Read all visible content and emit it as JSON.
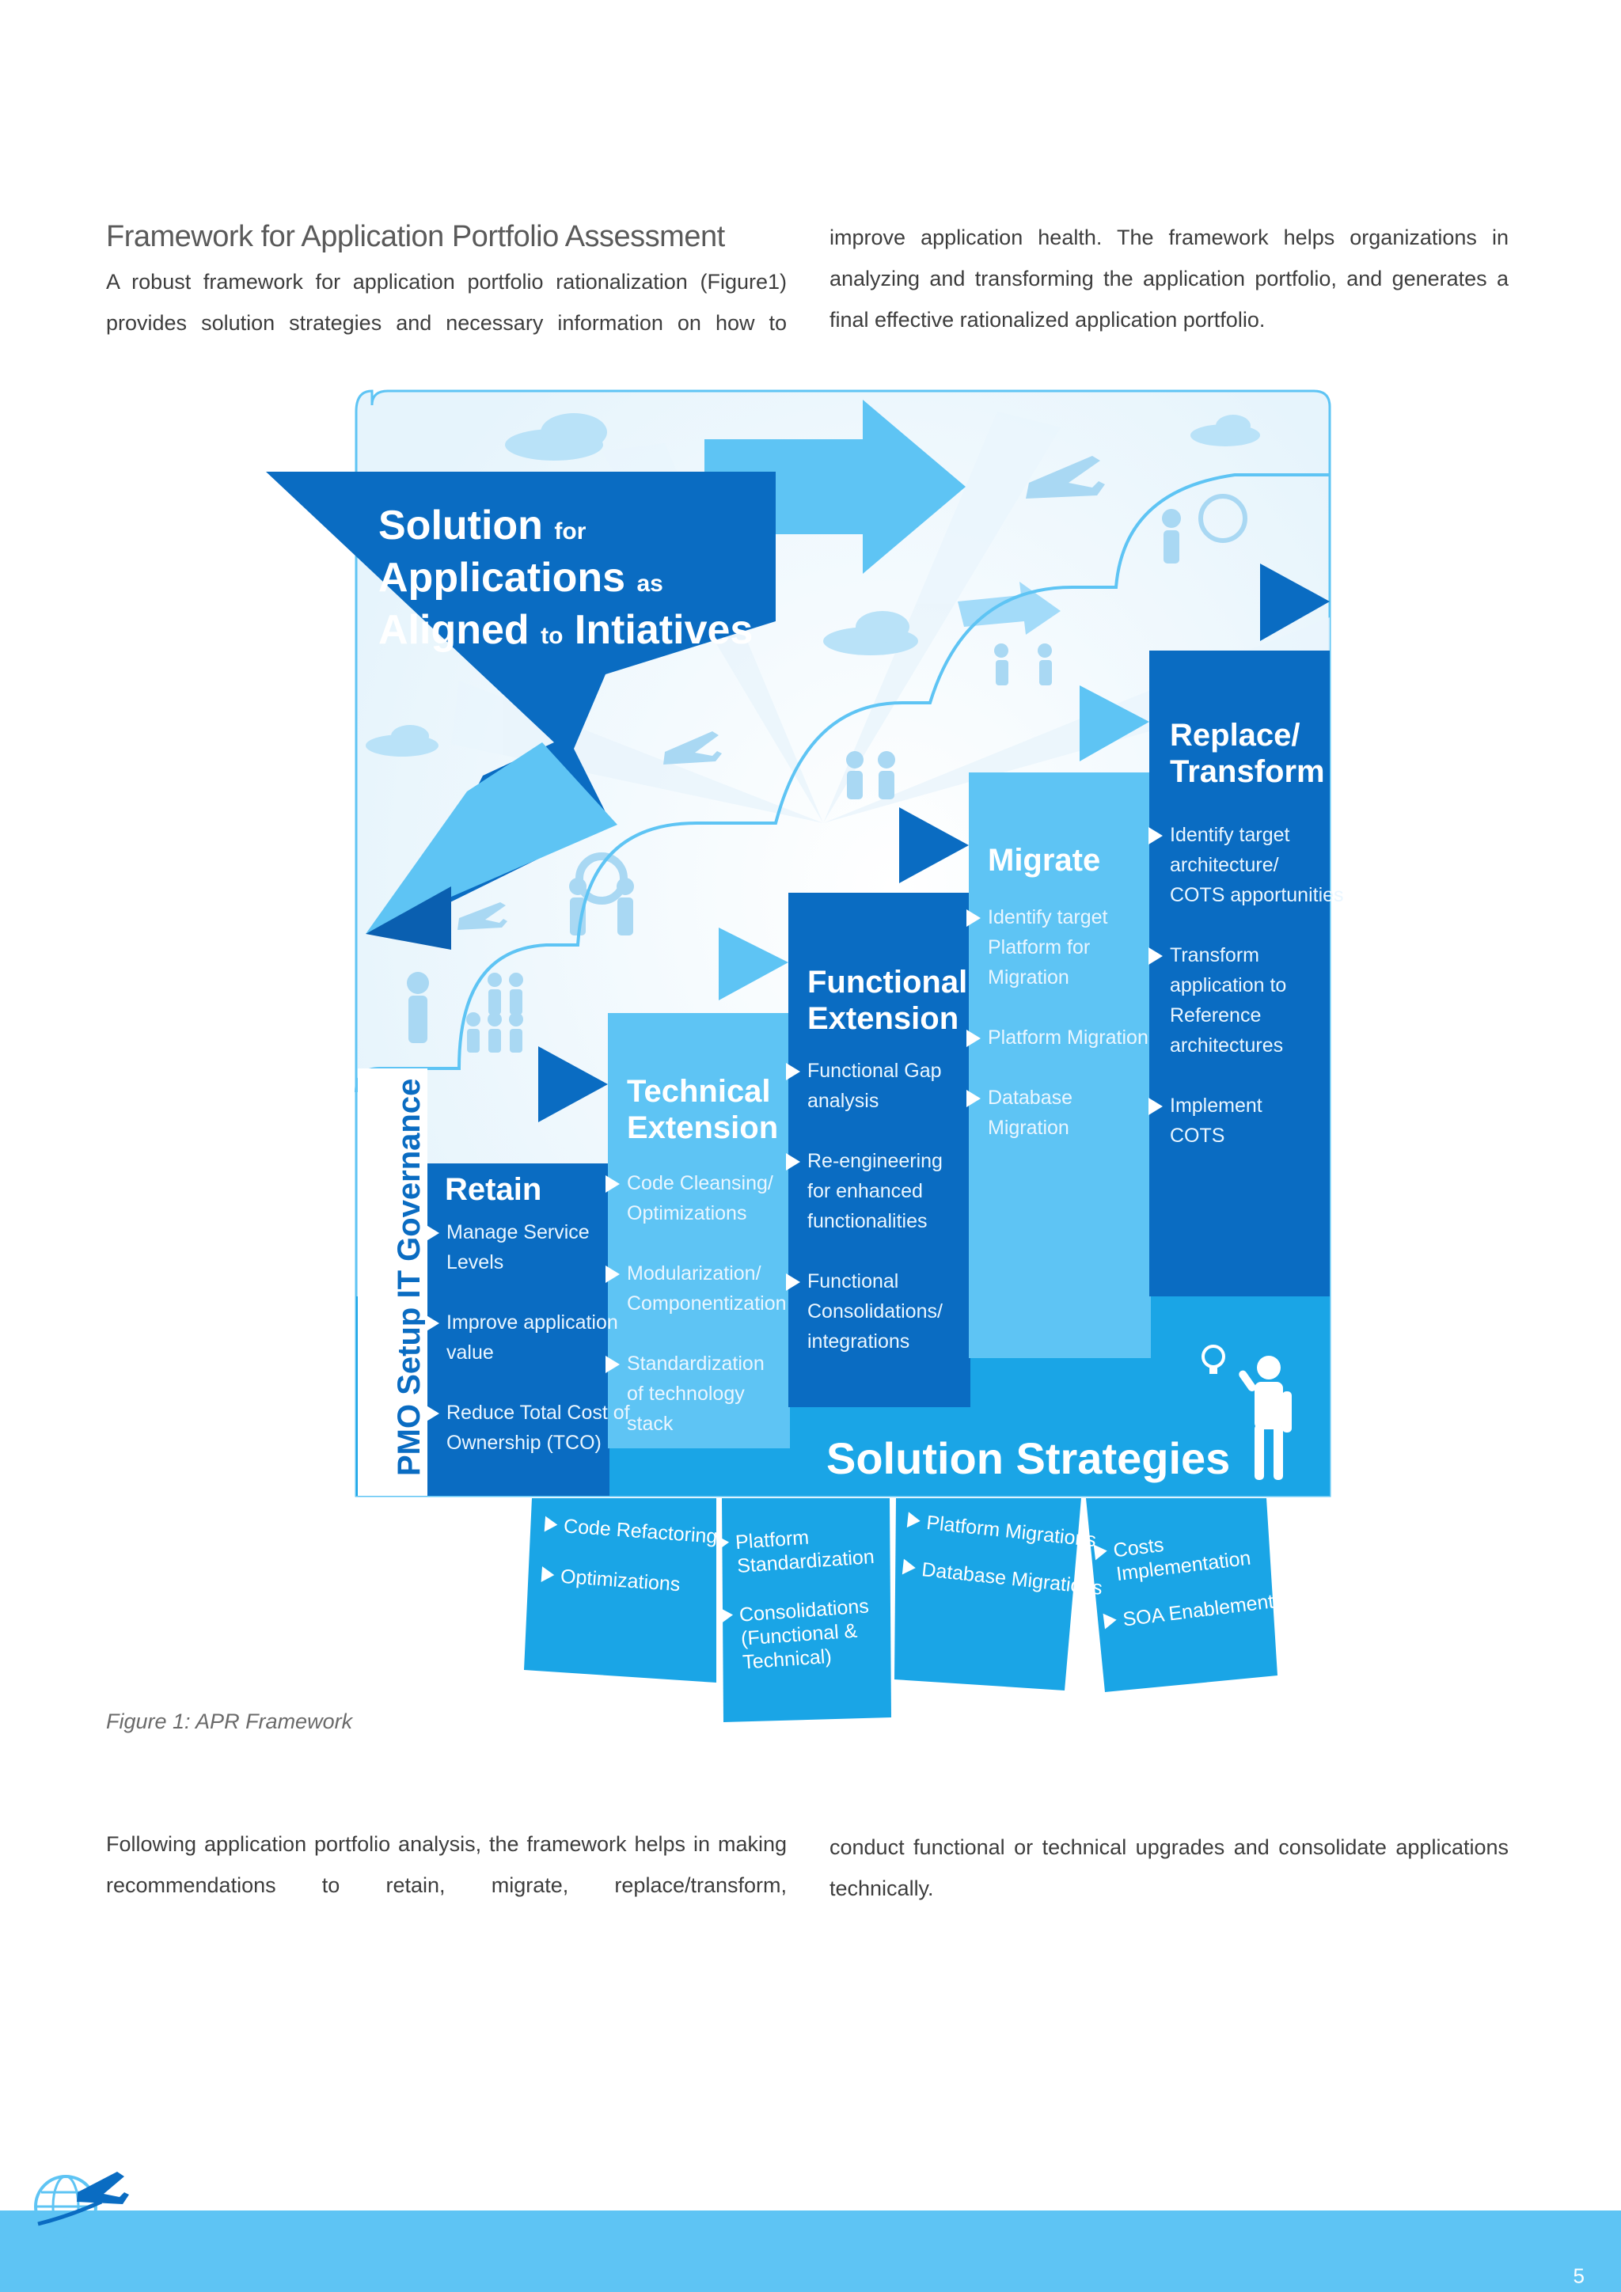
{
  "heading": "Framework for Application Portfolio Assessment",
  "intro_left": "A robust framework for application portfolio rationalization (Figure1) provides solution strategies and necessary information on how to",
  "intro_right": "improve application health. The framework helps organizations in analyzing and transforming the application portfolio, and generates a final effective rationalized application portfolio.",
  "figure": {
    "banner": {
      "w1": "Solution",
      "s1": "for",
      "w2": "Applications",
      "s2": "as",
      "w3": "Aligned",
      "s3": "to",
      "w4": "Intiatives"
    },
    "vertical_label": "PMO Setup  IT Governance",
    "solution_strategies": "Solution Strategies",
    "columns": [
      {
        "title": "Retain",
        "items": [
          "Manage Service\nLevels",
          "Improve application\nvalue",
          "Reduce Total Cost of\nOwnership (TCO)"
        ]
      },
      {
        "title": "Technical\nExtension",
        "items": [
          "Code Cleansing/\nOptimizations",
          "Modularization/\nComponentization",
          "Standardization\nof technology\nstack"
        ]
      },
      {
        "title": "Functional\nExtension",
        "items": [
          "Functional Gap\nanalysis",
          "Re-engineering\nfor enhanced\nfunctionalities",
          "Functional\nConsolidations/\nintegrations"
        ]
      },
      {
        "title": "Migrate",
        "items": [
          "Identify target\nPlatform for\nMigration",
          "Platform Migration",
          "Database\nMigration"
        ]
      },
      {
        "title": "Replace/\nTransform",
        "items": [
          "Identify target\narchitecture/\nCOTS apportunities",
          "Transform\napplication to\nReference\narchitectures",
          "Implement\nCOTS"
        ]
      }
    ],
    "strategies": [
      [
        "Code Refactoring",
        "Optimizations"
      ],
      [
        "Platform\nStandardization",
        "Consolidations\n(Functional &\nTechnical)"
      ],
      [
        "Platform Migrations",
        "Database Migrations"
      ],
      [
        "Costs\nImplementation",
        "SOA Enablement"
      ]
    ]
  },
  "caption": "Figure 1: APR Framework",
  "body_left": "Following application portfolio analysis, the framework helps in making recommendations to retain, migrate, replace/transform,",
  "body_right": "conduct functional or technical upgrades and consolidate applications technically.",
  "page_number": "5",
  "colors": {
    "dark_blue": "#0a6cc2",
    "mid_blue": "#1a9ee2",
    "light_blue": "#5ec4f4",
    "footer": "#5ec4f4"
  }
}
